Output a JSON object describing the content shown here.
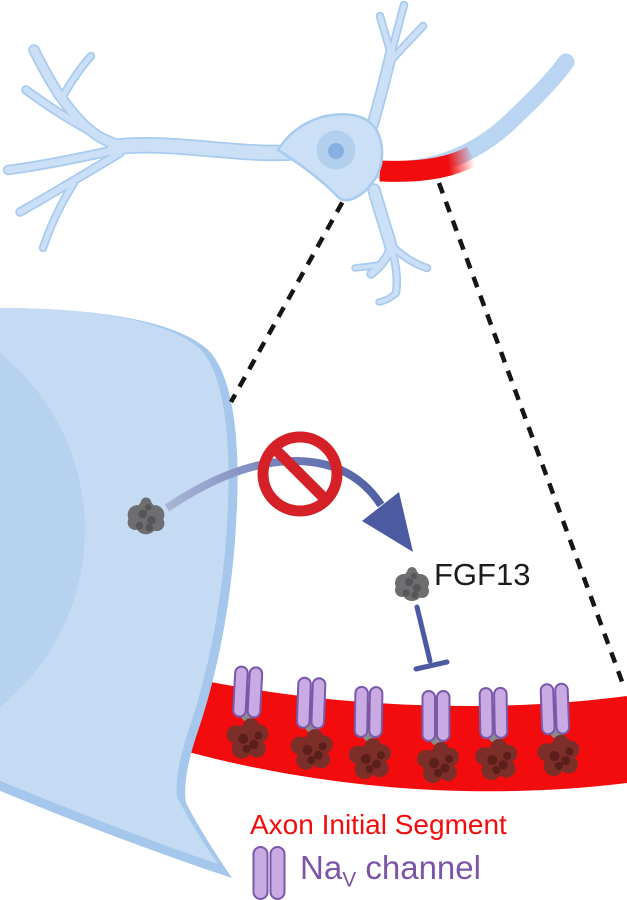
{
  "labels": {
    "fgf13": "FGF13",
    "axon_initial_segment": "Axon Initial Segment",
    "nav_channel": {
      "prefix": "Na",
      "subscript": "V",
      "suffix": " channel"
    }
  },
  "figure": {
    "nav_channel_count": 6,
    "fgf13_copies_at_ais": 6,
    "blocked_transport": true
  },
  "colors": {
    "ais-red": "#f20c0e",
    "nosign-red": "#d62027",
    "channel-fill": "#c9aae3",
    "channel-stroke": "#7a58aa",
    "nav-text-purple": "#7d55a8",
    "cell-body": "#c4dbf3",
    "cell-membrane": "#a4c7eb",
    "cell-inner": "#b7d2ef",
    "neuron-fill": "#cbe0f6",
    "neuron-stroke": "#a8cbee",
    "axon-distal": "#b9d5f1",
    "nucleus": "#b3cfee",
    "nucleolus": "#85afe1",
    "arrow-blue": "#4c5ba1",
    "arrow-tail": "#a9b6d6",
    "maroon-blob": "#7c2e28",
    "maroon-dark": "#5c1e1a",
    "gray-blob": "#6e6e70",
    "gray-dark": "#565658",
    "dash-black": "#161616",
    "ink": "#1c1c1c"
  }
}
